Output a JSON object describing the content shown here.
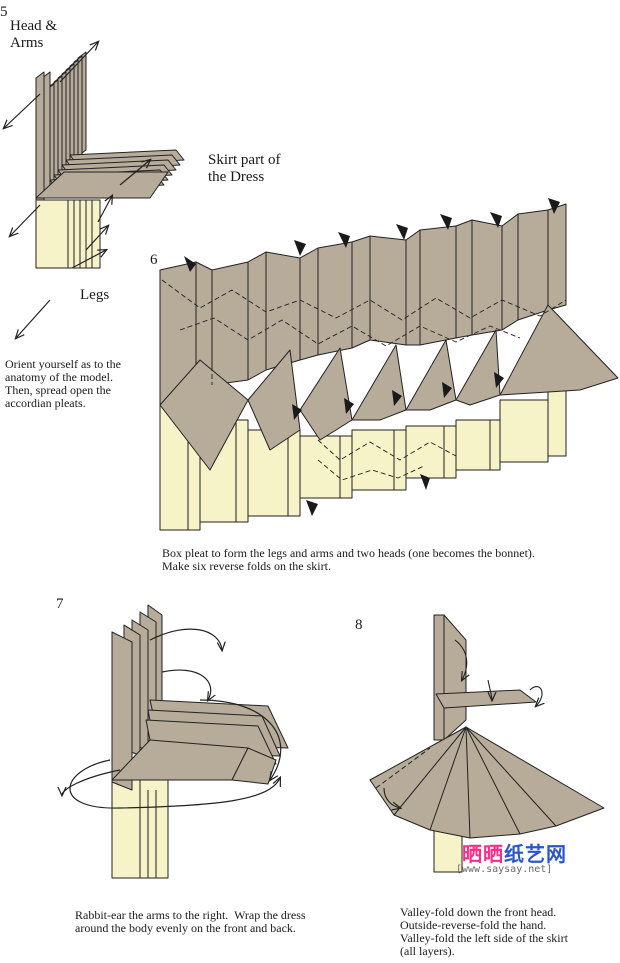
{
  "steps": {
    "s5": {
      "number": "5",
      "label_head": "Head &\nArms",
      "label_skirt": "Skirt part of\nthe Dress",
      "label_legs": "Legs",
      "caption": "Orient yourself as to the\nanatomy of the model.\nThen, spread open the\naccordian pleats."
    },
    "s6": {
      "number": "6",
      "caption": "Box pleat to form the legs and arms and two heads (one becomes the bonnet).\nMake six reverse folds on the skirt."
    },
    "s7": {
      "number": "7",
      "caption": "Rabbit-ear the arms to the right.  Wrap the dress\naround the body evenly on the front and back."
    },
    "s8": {
      "number": "8",
      "caption": "Valley-fold down the front head.\nOutside-reverse-fold the hand.\nValley-fold the left side of the skirt\n(all layers)."
    }
  },
  "brand": {
    "logo_part1": "晒晒",
    "logo_part2": "纸艺网",
    "watermark": "[www.saysay.net]"
  },
  "colors": {
    "paper_color": "#b7ab99",
    "paper_back": "#f7f3c8",
    "outline": "#222222"
  }
}
